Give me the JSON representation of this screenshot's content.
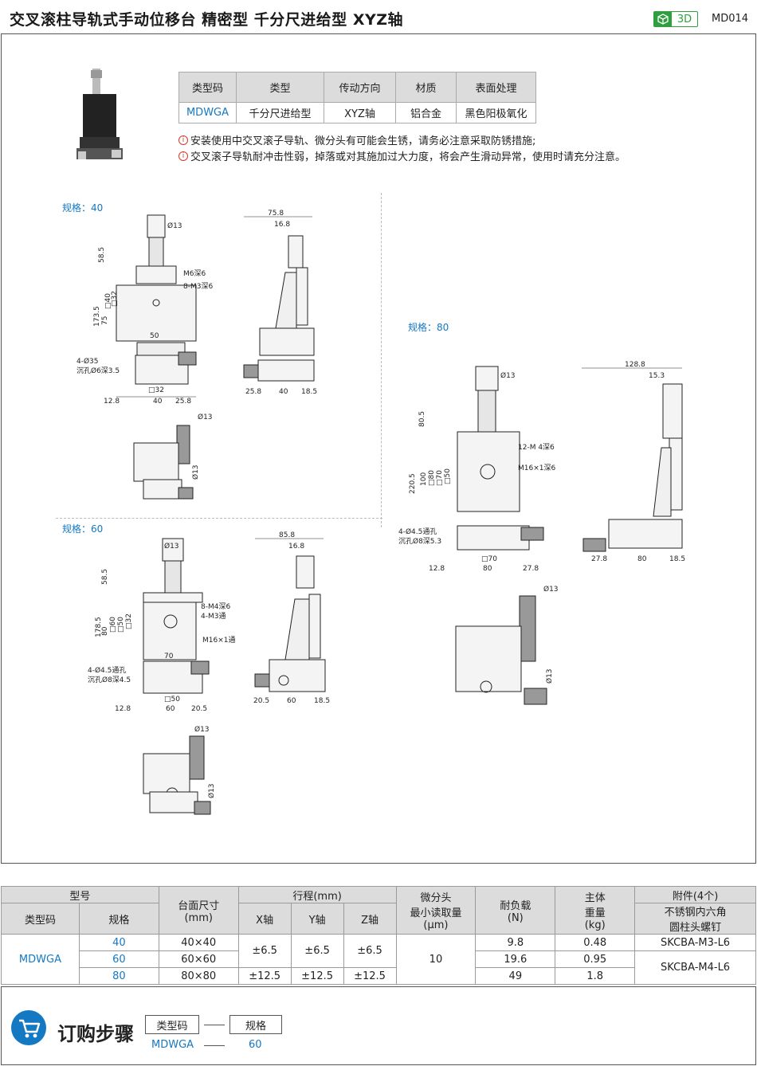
{
  "header": {
    "title": "交叉滚柱导轨式手动位移台  精密型  千分尺进给型  XYZ轴",
    "badge_3d": "3D",
    "code": "MD014"
  },
  "info_table": {
    "headers": [
      "类型码",
      "类型",
      "传动方向",
      "材质",
      "表面处理"
    ],
    "row": [
      "MDWGA",
      "千分尺进给型",
      "XYZ轴",
      "铝合金",
      "黑色阳极氧化"
    ]
  },
  "notes": [
    "安装使用中交叉滚子导轨、微分头有可能会生锈，请务必注意采取防锈措施;",
    "交叉滚子导轨耐冲击性弱，掉落或对其施加过大力度，将会产生滑动异常，使用时请充分注意。"
  ],
  "drawings": {
    "s40": {
      "label": "规格：40",
      "dims": [
        "Ø13",
        "58.5",
        "M6深6",
        "8-M3深6",
        "173.5",
        "□40",
        "□32",
        "75",
        "50",
        "4-Ø35",
        "沉孔Ø6深3.5",
        "□32",
        "12.8",
        "40",
        "25.8",
        "75.8",
        "16.8",
        "25.8",
        "40",
        "18.5",
        "Ø13",
        "Ø13"
      ]
    },
    "s60": {
      "label": "规格：60",
      "dims": [
        "Ø13",
        "58.5",
        "8-M4深6",
        "4-M3通",
        "178.5",
        "80",
        "□60",
        "□50",
        "□32",
        "M16×1通",
        "70",
        "4-Ø4.5通孔",
        "沉孔Ø8深4.5",
        "□50",
        "12.8",
        "60",
        "20.5",
        "85.8",
        "16.8",
        "20.5",
        "60",
        "18.5",
        "Ø13",
        "Ø13"
      ]
    },
    "s80": {
      "label": "规格：80",
      "dims": [
        "Ø13",
        "80.5",
        "12-M 4深6",
        "M16×1深6",
        "220.5",
        "100",
        "□80",
        "□70",
        "□50",
        "4-Ø4.5通孔",
        "沉孔Ø8深5.3",
        "□70",
        "12.8",
        "80",
        "27.8",
        "128.8",
        "15.3",
        "27.8",
        "80",
        "18.5",
        "Ø13",
        "Ø13"
      ]
    }
  },
  "spec_table": {
    "h_model": "型号",
    "h_table_size": "台面尺寸\n(mm)",
    "h_stroke": "行程(mm)",
    "h_micro": "微分头\n最小读取量\n(μm)",
    "h_load": "耐负载\n(N)",
    "h_weight": "主体\n重量\n(kg)",
    "h_acc": "附件(4个)",
    "h_type": "类型码",
    "h_size": "规格",
    "h_x": "X轴",
    "h_y": "Y轴",
    "h_z": "Z轴",
    "h_acc_sub": "不锈钢内六角\n圆柱头螺钉",
    "type_code": "MDWGA",
    "micro": "10",
    "rows": [
      {
        "size": "40",
        "table": "40×40",
        "x": "±6.5",
        "y": "±6.5",
        "z": "±6.5",
        "load": "9.8",
        "weight": "0.48",
        "acc": "SKCBA-M3-L6"
      },
      {
        "size": "60",
        "table": "60×60",
        "load": "19.6",
        "weight": "0.95",
        "acc": "SKCBA-M4-L6"
      },
      {
        "size": "80",
        "table": "80×80",
        "x": "±12.5",
        "y": "±12.5",
        "z": "±12.5",
        "load": "49",
        "weight": "1.8"
      }
    ]
  },
  "order": {
    "title": "订购步骤",
    "box1": "类型码",
    "box2": "规格",
    "val1": "MDWGA",
    "val2": "60"
  }
}
